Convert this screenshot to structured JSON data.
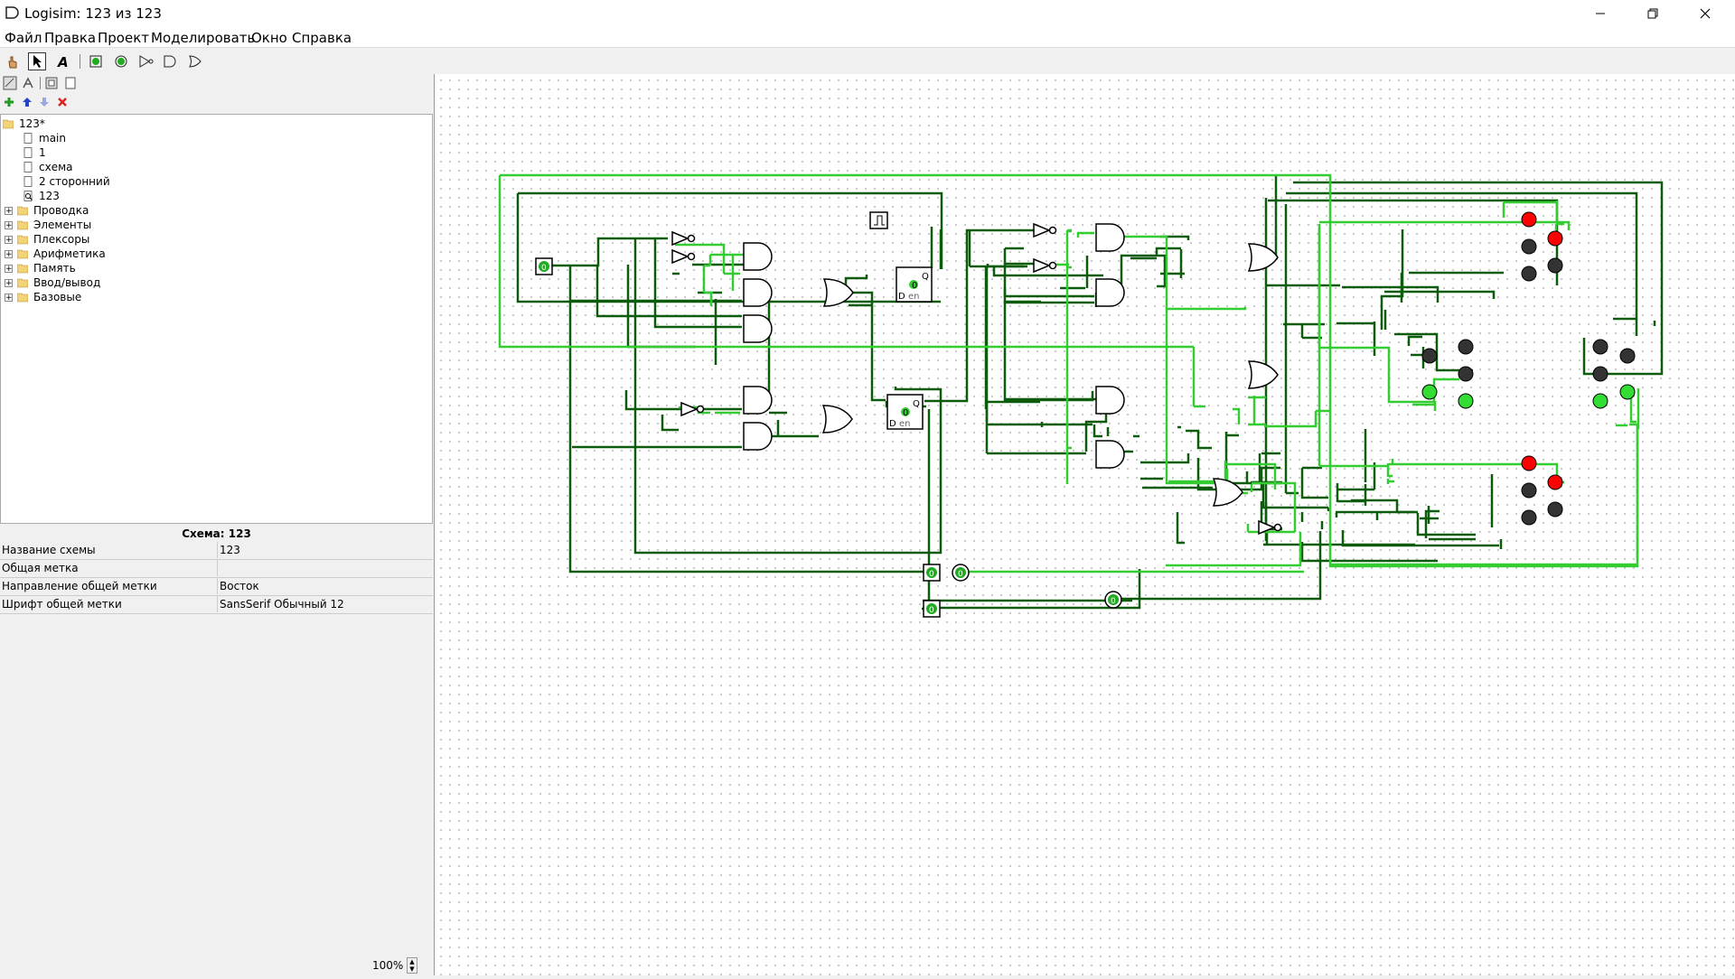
{
  "window": {
    "title": "Logisim: 123 из 123",
    "minimize_icon": "minimize-icon",
    "maximize_icon": "restore-icon",
    "close_icon": "close-icon"
  },
  "menu": [
    "Файл",
    "Правка",
    "Проект",
    "Моделировать",
    "Окно",
    "Справка"
  ],
  "toolbar": {
    "tools": [
      "hand-poke-icon",
      "select-arrow-icon",
      "text-tool-icon",
      "input-pin-icon",
      "output-pin-icon",
      "not-gate-icon",
      "and-gate-icon",
      "or-gate-icon"
    ],
    "selected": "select-arrow-icon"
  },
  "project_tree": {
    "root": "123*",
    "circuits": [
      "main",
      "1",
      "схема",
      "2 сторонний",
      "123"
    ],
    "current_circuit": "123",
    "libraries": [
      "Проводка",
      "Элементы",
      "Плексоры",
      "Арифметика",
      "Память",
      "Ввод/вывод",
      "Базовые"
    ]
  },
  "properties": {
    "title": "Схема: 123",
    "rows": [
      {
        "key": "Название схемы",
        "value": "123"
      },
      {
        "key": "Общая метка",
        "value": ""
      },
      {
        "key": "Направление общей метки",
        "value": "Восток"
      },
      {
        "key": "Шрифт общей метки",
        "value": "SansSerif Обычный 12"
      }
    ]
  },
  "zoom": "100%",
  "circuit": {
    "pin_value": "0",
    "flipflop_q": "Q",
    "flipflop_d": "D",
    "flipflop_en": "en",
    "flipflop_state": "0",
    "colors": {
      "wire_on": "#33cc33",
      "wire_off": "#0d5c0d",
      "led_red": "#ff0000",
      "led_off": "#333333",
      "led_green": "#33dd33"
    }
  }
}
